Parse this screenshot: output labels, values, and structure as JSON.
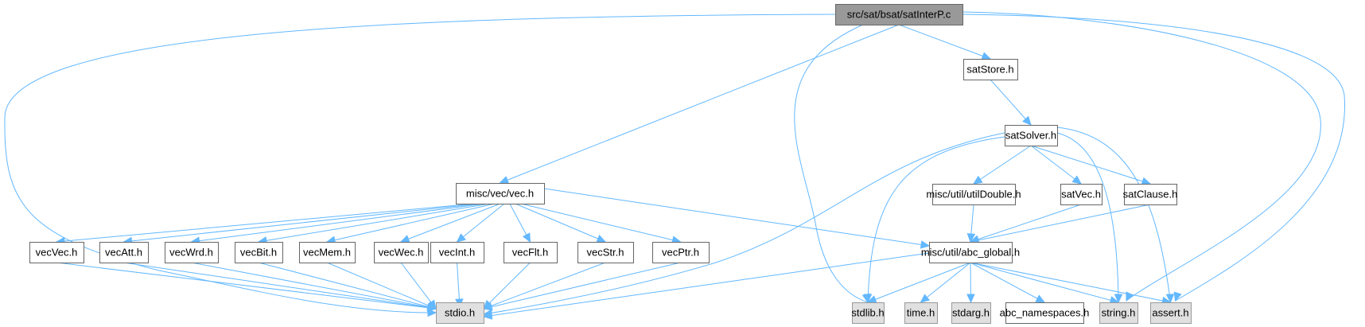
{
  "title": "src/sat/bsat/satInterP.c",
  "colors": {
    "edge": "#63b8ff",
    "main_fill": "#999999",
    "sys_fill": "#e0e0e0",
    "file_fill": "#ffffff"
  },
  "nodes": [
    {
      "id": "main",
      "label": "src/sat/bsat/satInterP.c",
      "kind": "main"
    },
    {
      "id": "satStore",
      "label": "satStore.h",
      "kind": "file"
    },
    {
      "id": "satSolver",
      "label": "satSolver.h",
      "kind": "file"
    },
    {
      "id": "vec",
      "label": "misc/vec/vec.h",
      "kind": "file"
    },
    {
      "id": "utilDouble",
      "label": "misc/util/utilDouble.h",
      "kind": "file"
    },
    {
      "id": "satVec",
      "label": "satVec.h",
      "kind": "file"
    },
    {
      "id": "satClause",
      "label": "satClause.h",
      "kind": "file"
    },
    {
      "id": "vecVec",
      "label": "vecVec.h",
      "kind": "file"
    },
    {
      "id": "vecAtt",
      "label": "vecAtt.h",
      "kind": "file"
    },
    {
      "id": "vecWrd",
      "label": "vecWrd.h",
      "kind": "file"
    },
    {
      "id": "vecBit",
      "label": "vecBit.h",
      "kind": "file"
    },
    {
      "id": "vecMem",
      "label": "vecMem.h",
      "kind": "file"
    },
    {
      "id": "vecWec",
      "label": "vecWec.h",
      "kind": "file"
    },
    {
      "id": "vecInt",
      "label": "vecInt.h",
      "kind": "file"
    },
    {
      "id": "vecFlt",
      "label": "vecFlt.h",
      "kind": "file"
    },
    {
      "id": "vecStr",
      "label": "vecStr.h",
      "kind": "file"
    },
    {
      "id": "vecPtr",
      "label": "vecPtr.h",
      "kind": "file"
    },
    {
      "id": "abc_global",
      "label": "misc/util/abc_global.h",
      "kind": "file"
    },
    {
      "id": "stdio",
      "label": "stdio.h",
      "kind": "sys"
    },
    {
      "id": "stdlib",
      "label": "stdlib.h",
      "kind": "sys"
    },
    {
      "id": "time",
      "label": "time.h",
      "kind": "sys"
    },
    {
      "id": "stdarg",
      "label": "stdarg.h",
      "kind": "sys"
    },
    {
      "id": "abc_namespaces",
      "label": "abc_namespaces.h",
      "kind": "file"
    },
    {
      "id": "string",
      "label": "string.h",
      "kind": "sys"
    },
    {
      "id": "assert",
      "label": "assert.h",
      "kind": "sys"
    }
  ],
  "edges": [
    [
      "main",
      "stdio"
    ],
    [
      "main",
      "vec"
    ],
    [
      "main",
      "stdlib"
    ],
    [
      "main",
      "satStore"
    ],
    [
      "main",
      "string"
    ],
    [
      "main",
      "assert"
    ],
    [
      "satStore",
      "satSolver"
    ],
    [
      "satSolver",
      "stdio"
    ],
    [
      "satSolver",
      "stdlib"
    ],
    [
      "satSolver",
      "utilDouble"
    ],
    [
      "satSolver",
      "satVec"
    ],
    [
      "satSolver",
      "satClause"
    ],
    [
      "satSolver",
      "string"
    ],
    [
      "satSolver",
      "assert"
    ],
    [
      "utilDouble",
      "abc_global"
    ],
    [
      "satVec",
      "abc_global"
    ],
    [
      "satClause",
      "abc_global"
    ],
    [
      "vec",
      "vecVec"
    ],
    [
      "vec",
      "vecAtt"
    ],
    [
      "vec",
      "vecWrd"
    ],
    [
      "vec",
      "vecBit"
    ],
    [
      "vec",
      "vecMem"
    ],
    [
      "vec",
      "vecWec"
    ],
    [
      "vec",
      "vecInt"
    ],
    [
      "vec",
      "vecFlt"
    ],
    [
      "vec",
      "vecStr"
    ],
    [
      "vec",
      "vecPtr"
    ],
    [
      "vec",
      "abc_global"
    ],
    [
      "vecVec",
      "stdio"
    ],
    [
      "vecAtt",
      "stdio"
    ],
    [
      "vecWrd",
      "stdio"
    ],
    [
      "vecBit",
      "stdio"
    ],
    [
      "vecMem",
      "stdio"
    ],
    [
      "vecWec",
      "stdio"
    ],
    [
      "vecInt",
      "stdio"
    ],
    [
      "vecFlt",
      "stdio"
    ],
    [
      "vecStr",
      "stdio"
    ],
    [
      "vecPtr",
      "stdio"
    ],
    [
      "abc_global",
      "stdio"
    ],
    [
      "abc_global",
      "stdlib"
    ],
    [
      "abc_global",
      "time"
    ],
    [
      "abc_global",
      "stdarg"
    ],
    [
      "abc_global",
      "abc_namespaces"
    ],
    [
      "abc_global",
      "string"
    ],
    [
      "abc_global",
      "assert"
    ]
  ]
}
